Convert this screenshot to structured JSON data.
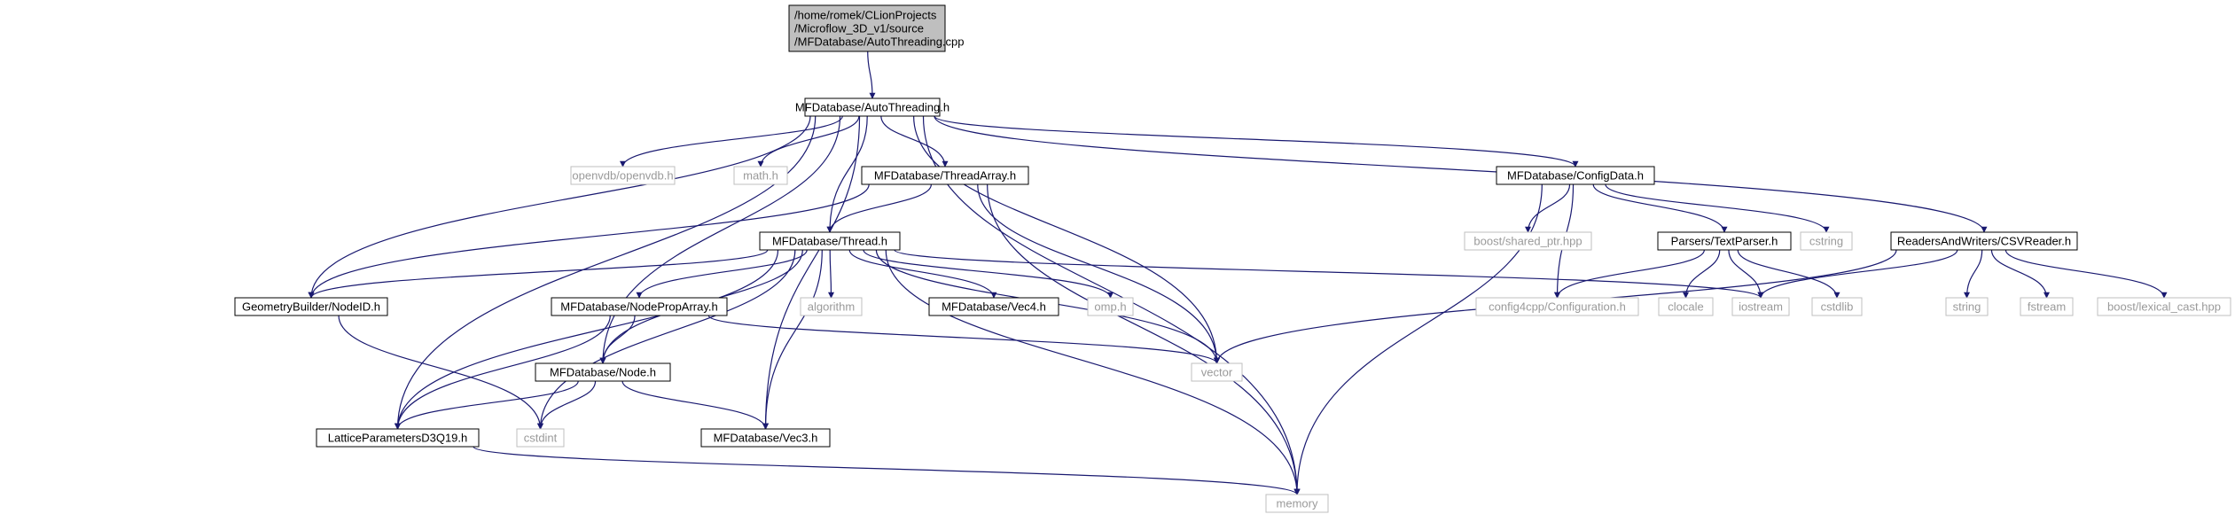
{
  "graph": {
    "colors": {
      "edge": "#191970",
      "root_fill": "#bfbfbf",
      "local_border": "#000000",
      "external_border": "#bfbfbf",
      "external_text": "#9a9a9a"
    },
    "nodes": [
      {
        "id": "root",
        "lines": [
          "/home/romek/CLionProjects",
          "/Microflow_3D_v1/source",
          "/MFDatabase/AutoThreading.cpp"
        ],
        "kind": "root"
      },
      {
        "id": "autothreading-h",
        "lines": [
          "MFDatabase/AutoThreading.h"
        ],
        "kind": "local"
      },
      {
        "id": "openvdb",
        "lines": [
          "openvdb/openvdb.h"
        ],
        "kind": "external"
      },
      {
        "id": "math-h",
        "lines": [
          "math.h"
        ],
        "kind": "external"
      },
      {
        "id": "threadarray-h",
        "lines": [
          "MFDatabase/ThreadArray.h"
        ],
        "kind": "local"
      },
      {
        "id": "configdata-h",
        "lines": [
          "MFDatabase/ConfigData.h"
        ],
        "kind": "local"
      },
      {
        "id": "csvreader-h",
        "lines": [
          "ReadersAndWriters/CSVReader.h"
        ],
        "kind": "local"
      },
      {
        "id": "boost-shared-ptr",
        "lines": [
          "boost/shared_ptr.hpp"
        ],
        "kind": "external"
      },
      {
        "id": "textparser-h",
        "lines": [
          "Parsers/TextParser.h"
        ],
        "kind": "local"
      },
      {
        "id": "cstring",
        "lines": [
          "cstring"
        ],
        "kind": "external"
      },
      {
        "id": "thread-h",
        "lines": [
          "MFDatabase/Thread.h"
        ],
        "kind": "local"
      },
      {
        "id": "nodeid-h",
        "lines": [
          "GeometryBuilder/NodeID.h"
        ],
        "kind": "local"
      },
      {
        "id": "nodeproparray-h",
        "lines": [
          "MFDatabase/NodePropArray.h"
        ],
        "kind": "local"
      },
      {
        "id": "algorithm",
        "lines": [
          "algorithm"
        ],
        "kind": "external"
      },
      {
        "id": "vec4-h",
        "lines": [
          "MFDatabase/Vec4.h"
        ],
        "kind": "local"
      },
      {
        "id": "omp-h",
        "lines": [
          "omp.h"
        ],
        "kind": "external"
      },
      {
        "id": "config4cpp",
        "lines": [
          "config4cpp/Configuration.h"
        ],
        "kind": "external"
      },
      {
        "id": "clocale",
        "lines": [
          "clocale"
        ],
        "kind": "external"
      },
      {
        "id": "iostream",
        "lines": [
          "iostream"
        ],
        "kind": "external"
      },
      {
        "id": "cstdlib",
        "lines": [
          "cstdlib"
        ],
        "kind": "external"
      },
      {
        "id": "string",
        "lines": [
          "string"
        ],
        "kind": "external"
      },
      {
        "id": "fstream",
        "lines": [
          "fstream"
        ],
        "kind": "external"
      },
      {
        "id": "boost-lexical-cast",
        "lines": [
          "boost/lexical_cast.hpp"
        ],
        "kind": "external"
      },
      {
        "id": "vector",
        "lines": [
          "vector"
        ],
        "kind": "external"
      },
      {
        "id": "node-h",
        "lines": [
          "MFDatabase/Node.h"
        ],
        "kind": "local"
      },
      {
        "id": "lattice-h",
        "lines": [
          "LatticeParametersD3Q19.h"
        ],
        "kind": "local"
      },
      {
        "id": "cstdint",
        "lines": [
          "cstdint"
        ],
        "kind": "external"
      },
      {
        "id": "vec3-h",
        "lines": [
          "MFDatabase/Vec3.h"
        ],
        "kind": "local"
      },
      {
        "id": "memory",
        "lines": [
          "memory"
        ],
        "kind": "external"
      }
    ]
  }
}
